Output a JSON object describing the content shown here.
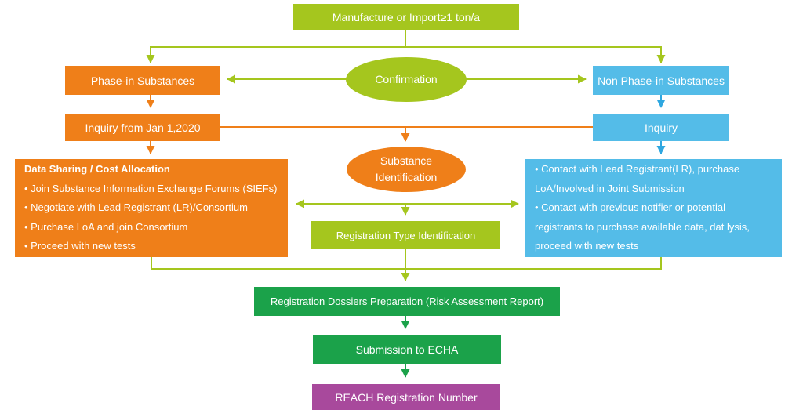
{
  "palette": {
    "green": "#a5c61e",
    "orange": "#ef7f19",
    "blue": "#54bce8",
    "blue_line": "#2fa7e0",
    "dark_green": "#1ba24a",
    "purple": "#a8499c",
    "text": "#ffffff"
  },
  "nodes": {
    "top": {
      "label": "Manufacture or Import≥1 ton/a"
    },
    "phase_in": {
      "label": "Phase-in Substances"
    },
    "confirmation": {
      "label": "Confirmation"
    },
    "non_phase_in": {
      "label": "Non Phase-in Substances"
    },
    "inquiry_jan": {
      "label": "Inquiry from Jan 1,2020"
    },
    "inquiry": {
      "label": "Inquiry"
    },
    "substance_identification": {
      "line1": "Substance",
      "line2": "Identification"
    },
    "data_sharing": {
      "title": "Data Sharing / Cost Allocation",
      "bullets": [
        "• Join Substance Information Exchange Forums (SIEFs)",
        "• Negotiate with Lead Registrant (LR)/Consortium",
        "• Purchase LoA and join Consortium",
        "• Proceed with new tests"
      ]
    },
    "registration_type": {
      "label": "Registration Type Identification"
    },
    "contact": {
      "lines": [
        "• Contact with Lead Registrant(LR), purchase",
        "LoA/Involved in Joint Submission",
        "• Contact with previous notifier or potential",
        "registrants to purchase available data, dat lysis,",
        "proceed with new tests"
      ]
    },
    "dossier": {
      "label": "Registration Dossiers Preparation (Risk Assessment Report)"
    },
    "submission": {
      "label": "Submission to ECHA"
    },
    "reach": {
      "label": "REACH Registration Number"
    }
  }
}
